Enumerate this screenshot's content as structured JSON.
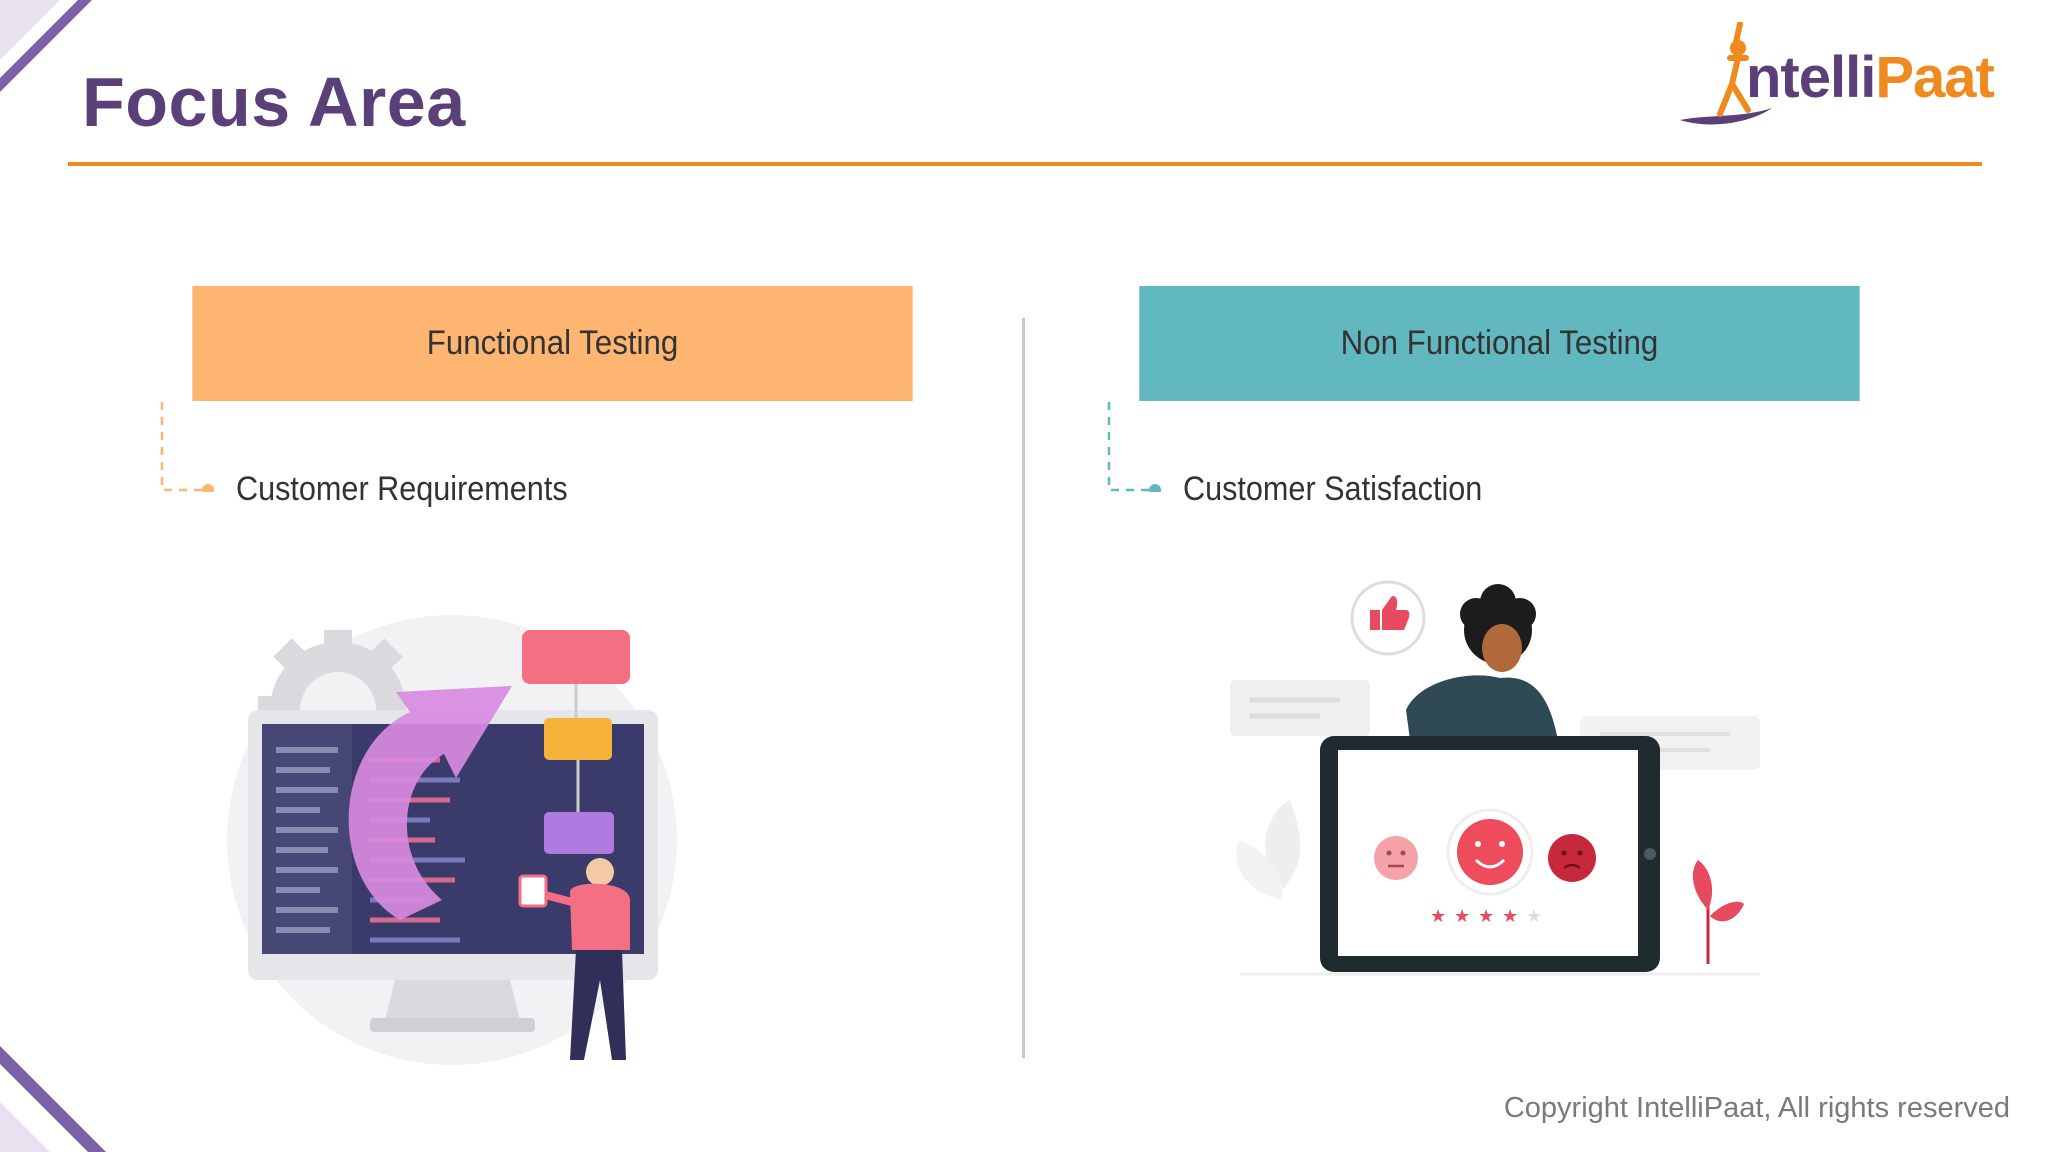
{
  "slide": {
    "title": "Focus Area",
    "copyright": "Copyright IntelliPaat, All rights reserved"
  },
  "logo": {
    "text_part1": "ntelli",
    "text_part2": "Paat",
    "icon": "intellipaat-figure-logo",
    "colors": {
      "purple": "#5b3f79",
      "orange": "#ee8a1e"
    }
  },
  "columns": [
    {
      "header": "Functional Testing",
      "header_color": "#fdb571",
      "bullet": "Customer Requirements",
      "illustration": "monitor-flowchart-developer-illustration"
    },
    {
      "header": "Non Functional Testing",
      "header_color": "#62b8bf",
      "bullet": "Customer Satisfaction",
      "illustration": "tablet-feedback-rating-illustration"
    }
  ],
  "colors": {
    "title": "#5b3f79",
    "rule": "#ee8a1e",
    "divider": "#c9c9c9",
    "corner_accent": "#7b62a6"
  }
}
